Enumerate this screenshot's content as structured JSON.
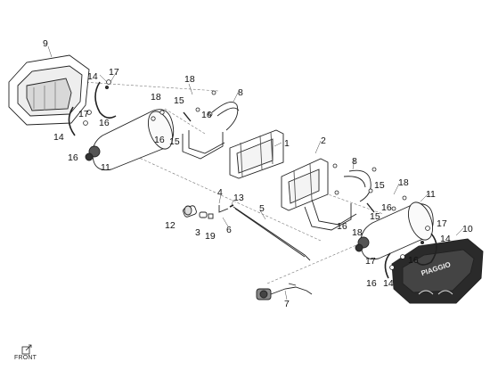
{
  "front_label": "FRONT",
  "brand_text": "PIAGGIO",
  "callouts": {
    "c1": "1",
    "c2": "2",
    "c3": "3",
    "c4": "4",
    "c5": "5",
    "c6": "6",
    "c7": "7",
    "c8a": "8",
    "c8b": "8",
    "c9": "9",
    "c10": "10",
    "c11a": "11",
    "c11b": "11",
    "c12": "12",
    "c13": "13",
    "c14a": "14",
    "c14b": "14",
    "c14c": "14",
    "c14d": "14",
    "c15a": "15",
    "c15b": "15",
    "c15c": "15",
    "c15d": "15",
    "c16a": "16",
    "c16b": "16",
    "c16c": "16",
    "c16d": "16",
    "c16e": "16",
    "c16f": "16",
    "c16g": "16",
    "c16h": "16",
    "c17a": "17",
    "c17b": "17",
    "c17c": "17",
    "c17d": "17",
    "c18a": "18",
    "c18b": "18",
    "c18c": "18",
    "c18d": "18",
    "c19": "19"
  },
  "icons": {
    "front_marker": "arrow-square-icon"
  }
}
